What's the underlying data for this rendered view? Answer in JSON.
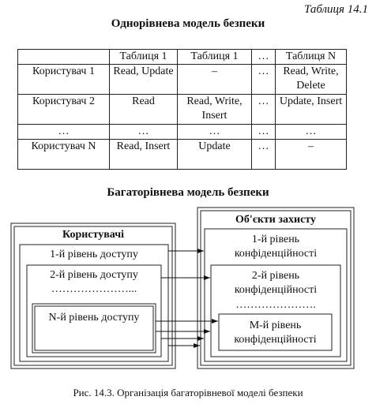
{
  "table_number": "Таблиця 14.1",
  "single_title": "Однорівнева модель безпеки",
  "table": {
    "header": [
      "",
      "Таблиця 1",
      "Таблиця 1",
      "…",
      "Таблиця N"
    ],
    "rows": [
      [
        "Користувач 1",
        "Read, Update",
        "–",
        "…",
        "Read, Write, Delete"
      ],
      [
        "Користувач 2",
        "Read",
        "Read, Write, Insert",
        "…",
        "Update, Insert"
      ],
      [
        "…",
        "…",
        "…",
        "…",
        "…"
      ],
      [
        "Користувач N",
        "Read, Insert",
        "Update",
        "…",
        "–"
      ]
    ]
  },
  "multi_title": "Багаторівнева модель безпеки",
  "diagram": {
    "users_title": "Користувачі",
    "access_levels": [
      "1-й рівень доступу",
      "2-й рівень доступу",
      "N-й рівень доступу"
    ],
    "access_dots": "…………………...",
    "objects_title": "Об'єкти захисту",
    "conf_levels": [
      "1-й рівень конфіденційності",
      "2-й рівень конфіденційності",
      "М-й рівень конфіденційності"
    ],
    "conf_dots": "………………….",
    "arrow_count": 6
  },
  "caption": "Рис. 14.3. Організація багаторівневої моделі безпеки"
}
